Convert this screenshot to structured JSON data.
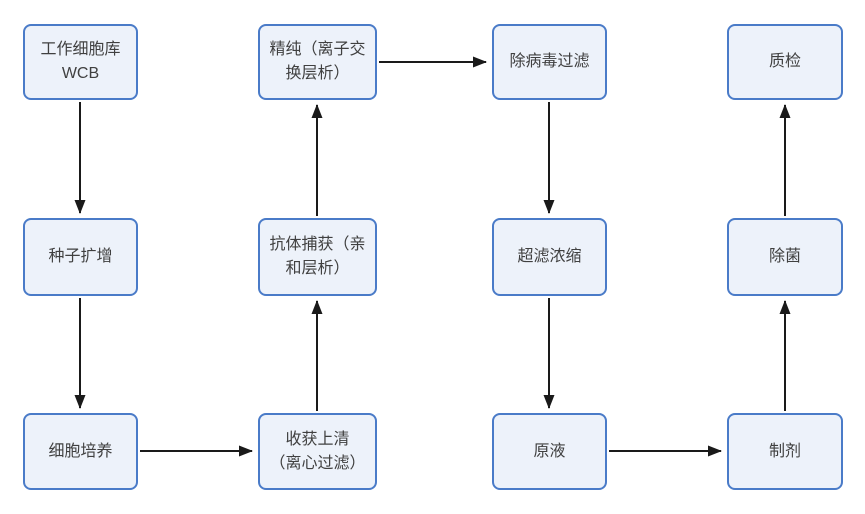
{
  "diagram": {
    "type": "flowchart",
    "colors": {
      "node_fill": "#edf2fa",
      "node_border": "#4a7bc8",
      "node_text": "#404040",
      "arrow": "#1a1a1a",
      "background": "#ffffff"
    },
    "nodes": [
      {
        "id": "wcb",
        "label": "工作细胞库\nWCB"
      },
      {
        "id": "seed",
        "label": "种子扩增"
      },
      {
        "id": "culture",
        "label": "细胞培养"
      },
      {
        "id": "harvest",
        "label": "收获上清\n（离心过滤）"
      },
      {
        "id": "capture",
        "label": "抗体捕获（亲\n和层析）"
      },
      {
        "id": "polish",
        "label": "精纯（离子交\n换层析）"
      },
      {
        "id": "virus_filter",
        "label": "除病毒过滤"
      },
      {
        "id": "uf_conc",
        "label": "超滤浓缩"
      },
      {
        "id": "bulk",
        "label": "原液"
      },
      {
        "id": "formulation",
        "label": "制剂"
      },
      {
        "id": "sterile",
        "label": "除菌"
      },
      {
        "id": "qc",
        "label": "质检"
      }
    ],
    "edges": [
      {
        "from": "wcb",
        "to": "seed"
      },
      {
        "from": "seed",
        "to": "culture"
      },
      {
        "from": "culture",
        "to": "harvest"
      },
      {
        "from": "harvest",
        "to": "capture"
      },
      {
        "from": "capture",
        "to": "polish"
      },
      {
        "from": "polish",
        "to": "virus_filter"
      },
      {
        "from": "virus_filter",
        "to": "uf_conc"
      },
      {
        "from": "uf_conc",
        "to": "bulk"
      },
      {
        "from": "bulk",
        "to": "formulation"
      },
      {
        "from": "formulation",
        "to": "sterile"
      },
      {
        "from": "sterile",
        "to": "qc"
      }
    ]
  }
}
